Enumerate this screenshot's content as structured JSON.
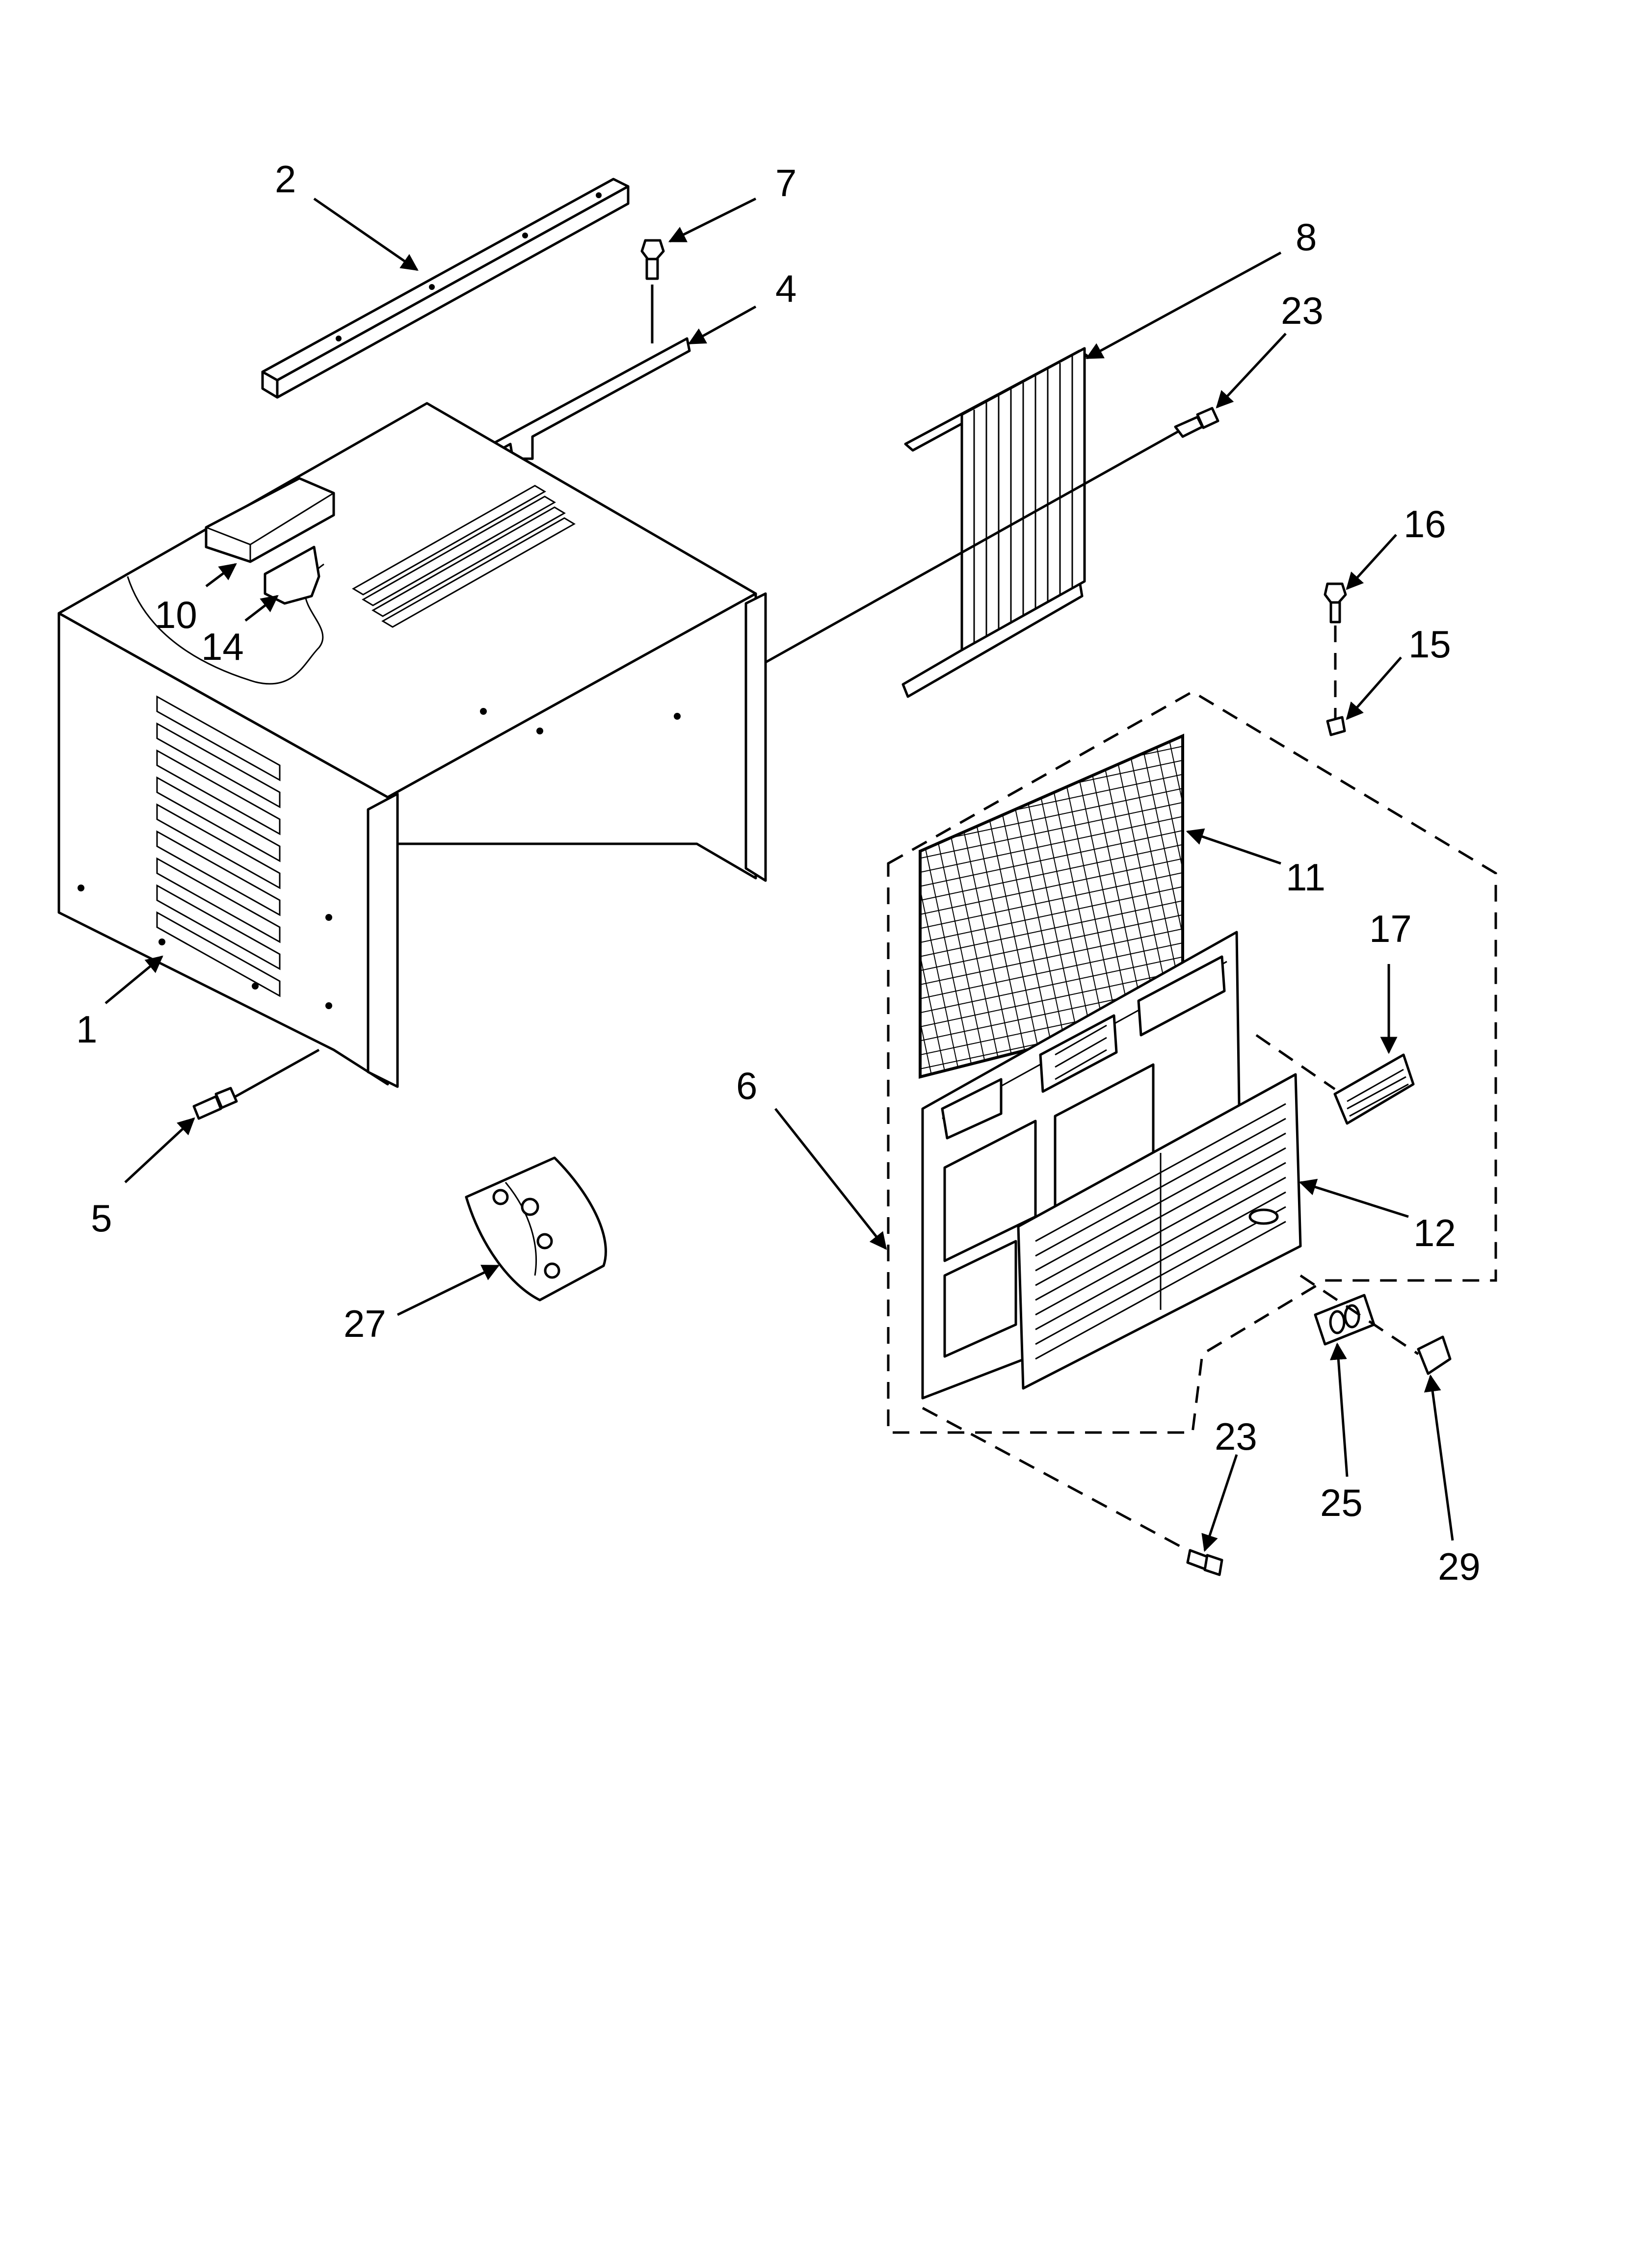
{
  "callouts": [
    "1",
    "2",
    "4",
    "5",
    "6",
    "7",
    "8",
    "10",
    "11",
    "12",
    "14",
    "15",
    "16",
    "17",
    "23",
    "23",
    "25",
    "27",
    "29"
  ]
}
